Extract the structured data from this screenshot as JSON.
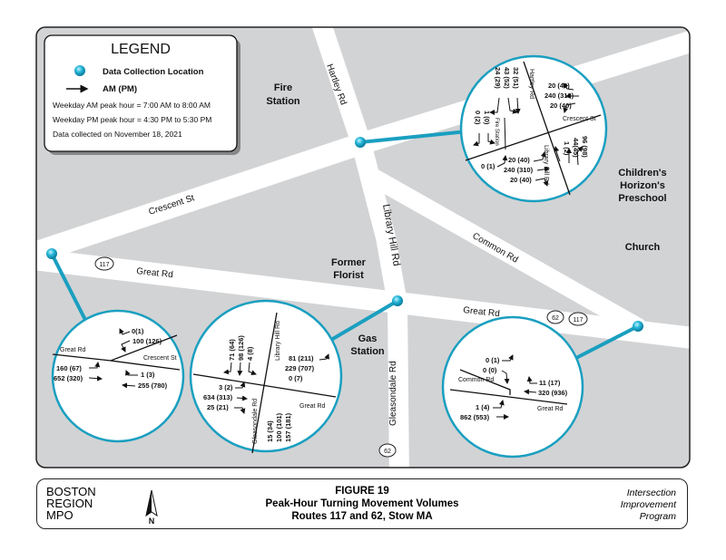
{
  "legend": {
    "title": "LEGEND",
    "dot_label": "Data Collection Location",
    "arrow_label": "AM (PM)",
    "notes": [
      "Weekday AM peak hour = 7:00 AM to 8:00 AM",
      "Weekday PM peak hour = 4:30 PM to 5:30 PM",
      "Data collected on November 18, 2021"
    ]
  },
  "colors": {
    "map_bg": "#d2d3d5",
    "road": "#ffffff",
    "accent": "#1a9fc0"
  },
  "map": {
    "places": {
      "fire_station": [
        "Fire",
        "Station"
      ],
      "former_florist": [
        "Former",
        "Florist"
      ],
      "gas_station": [
        "Gas",
        "Station"
      ],
      "preschool": [
        "Children's",
        "Horizon's",
        "Preschool"
      ],
      "church": "Church"
    },
    "streets": {
      "hartley": "Hartley Rd",
      "crescent": "Crescent St",
      "library_hill": "Library Hill Rd",
      "common": "Common Rd",
      "great_w": "Great Rd",
      "great_e": "Great Rd",
      "gleasondale": "Gleasondale Rd"
    },
    "route_shields": [
      "117",
      "62",
      "117",
      "62"
    ]
  },
  "intersections": {
    "crescent_library": {
      "roads": {
        "hartley": "Hartley Rd",
        "crescent": "Crescent St",
        "library_hill": "Library Hill Rd",
        "fire": "Fire Station"
      },
      "sb": [
        "32 (51)",
        "43 (52)",
        "24 (29)"
      ],
      "fire_exit": [
        "1 (0)",
        "0 (2)"
      ],
      "wb": [
        "20 (40)",
        "240 (310)",
        "20 (40)"
      ],
      "nb": [
        "96 (98)",
        "44(45)",
        "1 (2)"
      ],
      "eb_fire": "0 (1)",
      "eb": [
        "20 (40)",
        "240 (310)",
        "20 (40)"
      ]
    },
    "great_crescent": {
      "roads": {
        "great": "Great Rd",
        "crescent": "Crescent St"
      },
      "sb": [
        "0(1)",
        "100 (126)"
      ],
      "eb": [
        "160 (67)",
        "652 (320)"
      ],
      "wb": [
        "1 (3)",
        "255 (780)"
      ]
    },
    "great_library": {
      "roads": {
        "library_hill": "Library Hill Rd",
        "great": "Great Rd",
        "gleasondale": "Gleasondale Rd"
      },
      "sb": [
        "71 (64)",
        "98 (126)",
        "4 (8)"
      ],
      "wb": [
        "81 (211)",
        "229 (707)",
        "0 (7)"
      ],
      "eb": [
        "3 (2)",
        "634 (313)",
        "25 (21)"
      ],
      "nb": [
        "15 (34)",
        "100 (101)",
        "157 (181)"
      ]
    },
    "great_common": {
      "roads": {
        "common": "Common Rd",
        "great": "Great Rd"
      },
      "sb": [
        "0 (1)",
        "0 (0)"
      ],
      "wb": [
        "11 (17)",
        "320 (936)"
      ],
      "eb": [
        "1 (4)",
        "862 (553)"
      ]
    }
  },
  "footer": {
    "org": [
      "BOSTON",
      "REGION",
      "MPO"
    ],
    "north": "N",
    "figure": "FIGURE 19",
    "title": "Peak-Hour Turning Movement Volumes",
    "subtitle": "Routes 117 and 62, Stow MA",
    "program": [
      "Intersection",
      "Improvement",
      "Program"
    ]
  }
}
